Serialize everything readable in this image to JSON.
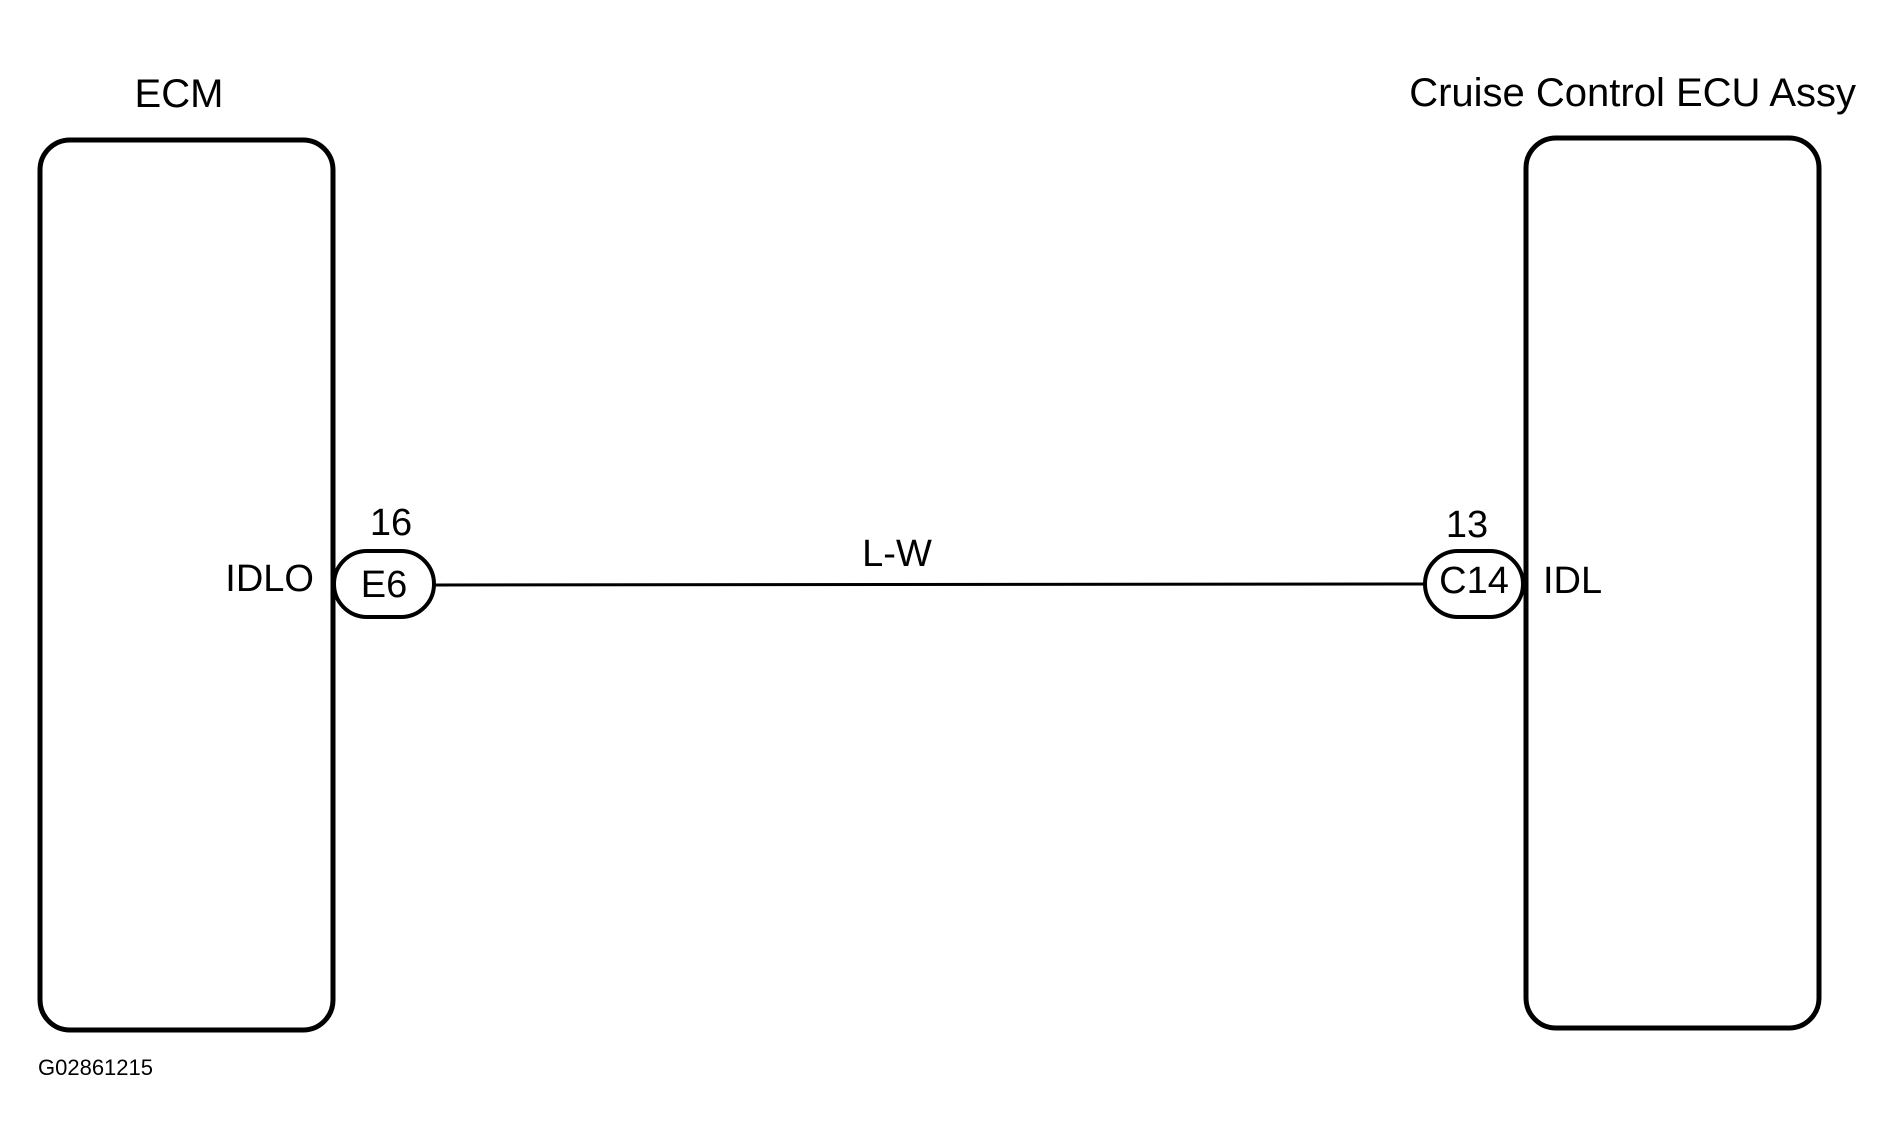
{
  "components": {
    "ecm": {
      "title": "ECM",
      "pin_label": "IDLO",
      "connector": "E6",
      "pin_number": "16"
    },
    "cruise": {
      "title": "Cruise Control ECU Assy",
      "pin_label": "IDL",
      "connector": "C14",
      "pin_number": "13"
    }
  },
  "wire": {
    "color_code": "L-W"
  },
  "figure_id": "G02861215"
}
